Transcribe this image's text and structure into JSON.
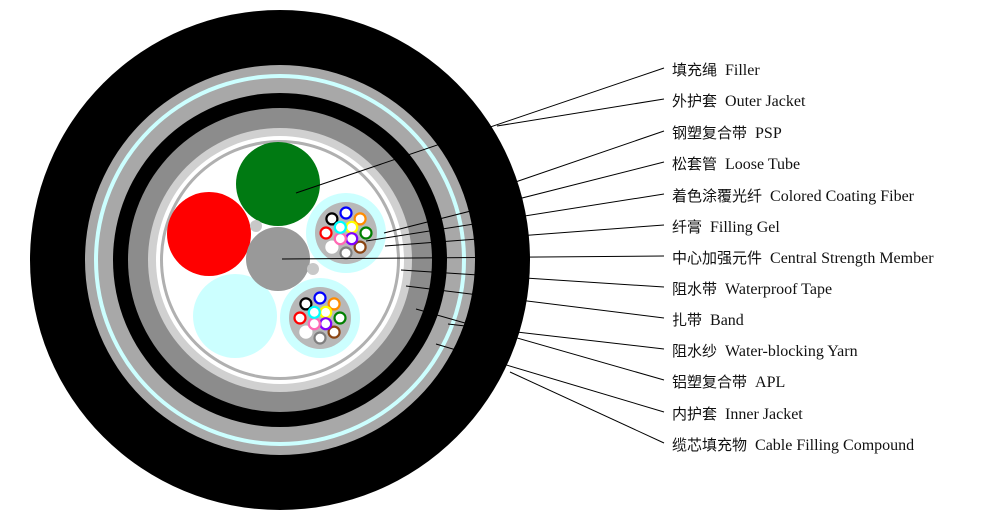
{
  "labels": [
    {
      "zh": "填充绳",
      "en": "Filler"
    },
    {
      "zh": "外护套",
      "en": "Outer Jacket"
    },
    {
      "zh": "钢塑复合带",
      "en": "PSP"
    },
    {
      "zh": "松套管",
      "en": "Loose Tube"
    },
    {
      "zh": "着色涂覆光纤",
      "en": "Colored Coating Fiber"
    },
    {
      "zh": "纤膏",
      "en": "Filling Gel"
    },
    {
      "zh": "中心加强元件",
      "en": "Central Strength Member"
    },
    {
      "zh": "阻水带",
      "en": "Waterproof Tape"
    },
    {
      "zh": "扎带",
      "en": "Band"
    },
    {
      "zh": "阻水纱",
      "en": "Water-blocking Yarn"
    },
    {
      "zh": "铝塑复合带",
      "en": "APL"
    },
    {
      "zh": "内护套",
      "en": "Inner Jacket"
    },
    {
      "zh": "缆芯填充物",
      "en": "Cable Filling Compound"
    }
  ],
  "colors": {
    "outer_jacket": "#000000",
    "psp": "#a8a8a8",
    "water_blocking_yarn": "#ccffff",
    "inner_jacket": "#000000",
    "apl": "#8c8c8c",
    "filling_compound": "#d0d0d0",
    "core": "#ffffff",
    "filler_green": "#007a12",
    "filler_red": "#ff0000",
    "filler_cyan": "#ccffff",
    "central_member": "#999999",
    "loose_tube": "#ccffff",
    "filling_gel": "#b8b8b8"
  },
  "fiber_colors": [
    "#0000ff",
    "#ff8c00",
    "#008000",
    "#8b4513",
    "#808080",
    "#ffffff",
    "#ff0000",
    "#000000",
    "#ffff00",
    "#8000ff",
    "#ff69b4",
    "#00ffff"
  ]
}
